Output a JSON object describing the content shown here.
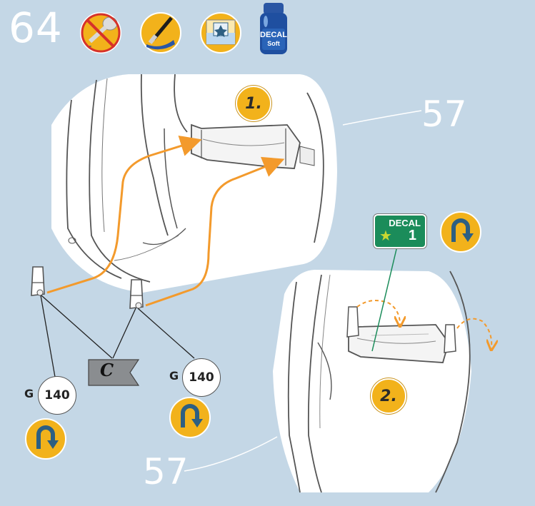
{
  "step_number": "64",
  "reference_part": "57",
  "steps": [
    "1.",
    "2."
  ],
  "parts": [
    {
      "letter": "G",
      "number": "140"
    },
    {
      "letter": "G",
      "number": "140"
    }
  ],
  "flag_label": "C",
  "decal": {
    "label": "DECAL",
    "number": "1"
  },
  "decal_bottle": {
    "line1": "DECAL",
    "line2": "Soft"
  },
  "icons": [
    "no-glue-icon",
    "paint-brush-icon",
    "decal-water-icon",
    "decal-soft-bottle-icon",
    "rotate-icon"
  ],
  "colors": {
    "background": "#c4d7e6",
    "badge": "#f2b21b",
    "arrow": "#f39a2c",
    "decal_green": "#1b8c5a",
    "rotate_arrow": "#2d5f82"
  }
}
